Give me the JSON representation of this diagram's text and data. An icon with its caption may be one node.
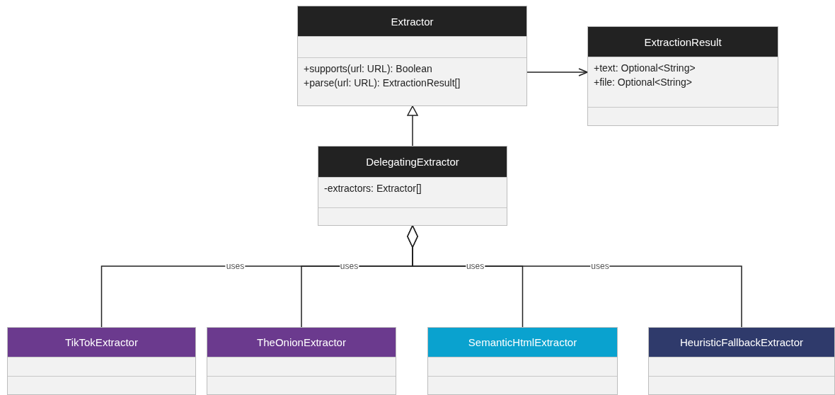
{
  "diagram": {
    "nodes": [
      {
        "text": [
          "Extractor",
          "+supports(url: URL): Boolean",
          "+parse(url: URL): ExtractionResult[]"
        ]
      },
      {
        "text": [
          "ExtractionResult",
          "+text: Optional<String>",
          "+file: Optional<String>"
        ]
      },
      {
        "text": [
          "DelegatingExtractor",
          "-extractors: Extractor[]"
        ]
      },
      {
        "text": [
          "TikTokExtractor"
        ]
      },
      {
        "text": [
          "TheOnionExtractor"
        ]
      },
      {
        "text": [
          "SemanticHtmlExtractor"
        ]
      },
      {
        "text": [
          "HeuristicFallbackExtractor"
        ]
      }
    ],
    "edges": [
      {
        "from": 0,
        "to": 1,
        "arrow": "to"
      },
      {
        "from": 2,
        "to": 0,
        "arrow": "to"
      },
      {
        "from": 2,
        "to": 3,
        "arrow": "other",
        "label": "uses"
      },
      {
        "from": 2,
        "to": 4,
        "arrow": "other",
        "label": "uses"
      },
      {
        "from": 2,
        "to": 5,
        "arrow": "other",
        "label": "uses"
      },
      {
        "from": 2,
        "to": 6,
        "arrow": "other",
        "label": "uses"
      }
    ]
  }
}
